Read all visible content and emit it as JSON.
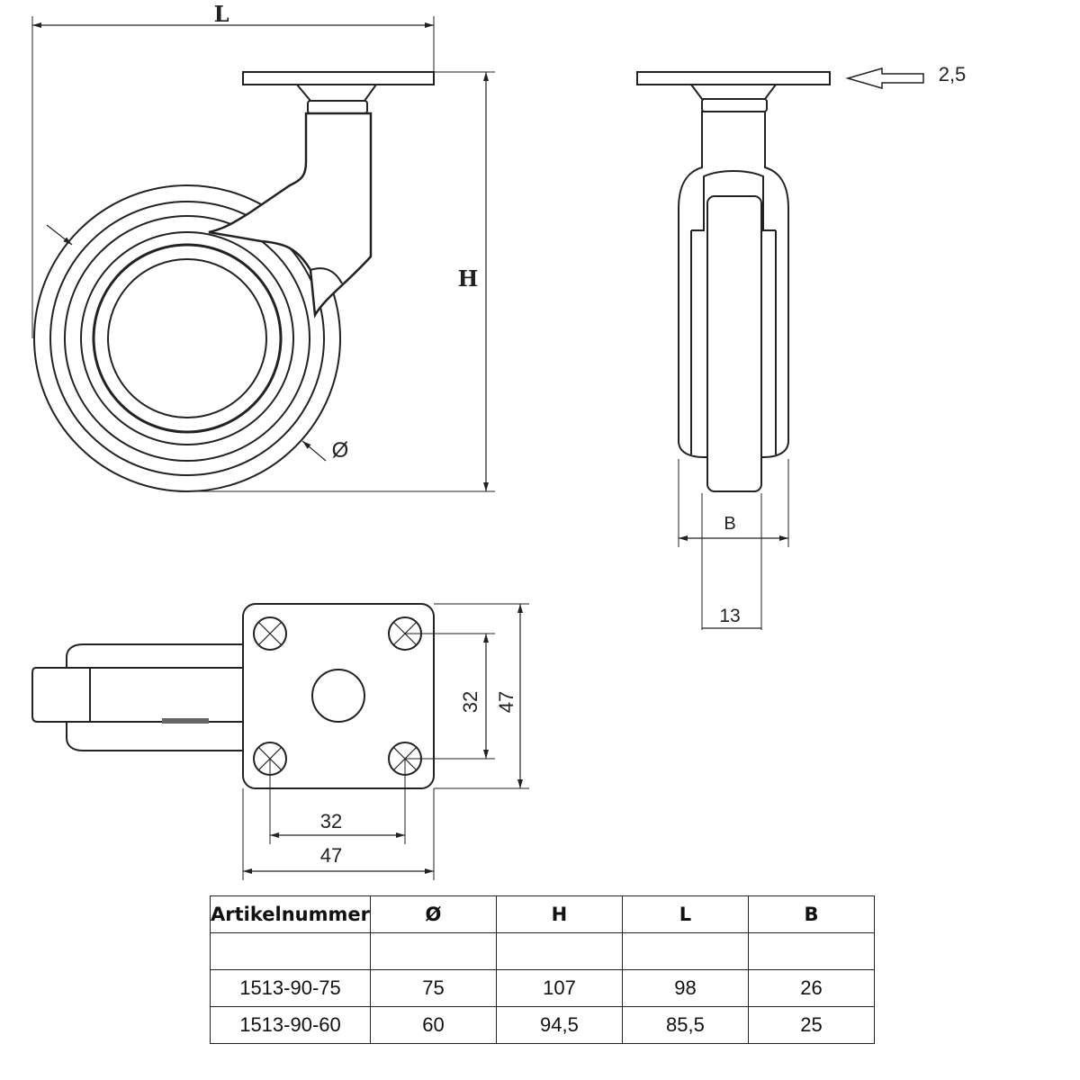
{
  "dimensions": {
    "length": "L",
    "height": "H",
    "diameter": "Ø",
    "width": "B",
    "plate_thickness": "2,5",
    "wheel_width": "13",
    "hole_spacing_v": "32",
    "plate_size_v": "47",
    "hole_spacing_h": "32",
    "plate_size_h": "47"
  },
  "table": {
    "headers": [
      "Artikelnummer",
      "Ø",
      "H",
      "L",
      "B"
    ],
    "rows": [
      [
        "1513-90-75",
        "75",
        "107",
        "98",
        "26"
      ],
      [
        "1513-90-60",
        "60",
        "94,5",
        "85,5",
        "25"
      ]
    ]
  }
}
